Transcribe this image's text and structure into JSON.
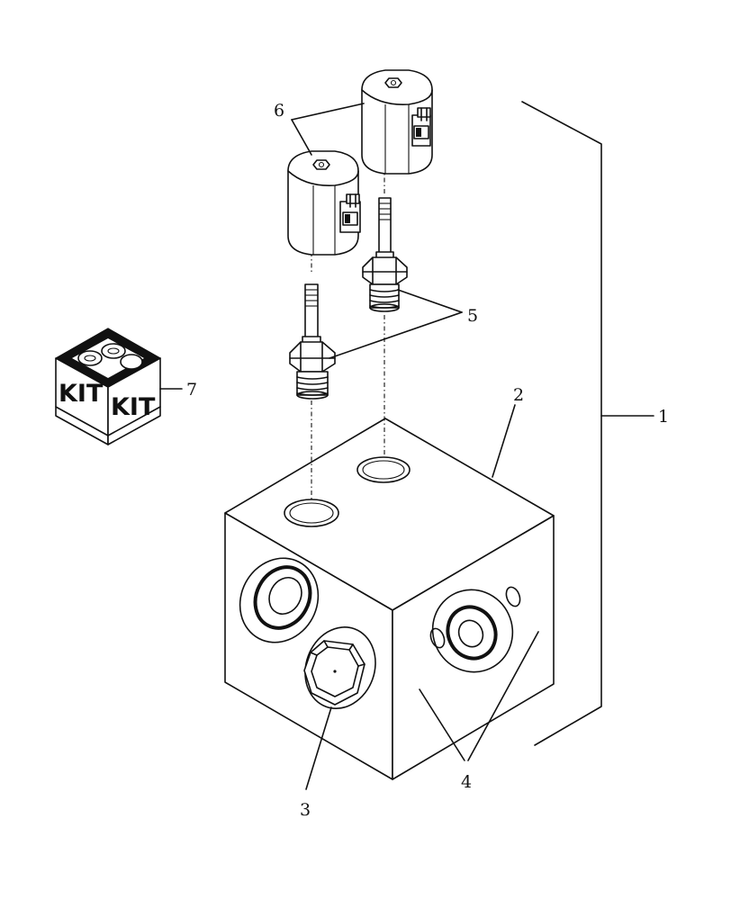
{
  "callouts": {
    "c1": "1",
    "c2": "2",
    "c3": "3",
    "c4": "4",
    "c5": "5",
    "c6": "6",
    "c7": "7"
  },
  "kit": {
    "label_left": "KIT",
    "label_right": "KIT"
  },
  "colors": {
    "line": "#111111",
    "background": "#ffffff"
  }
}
